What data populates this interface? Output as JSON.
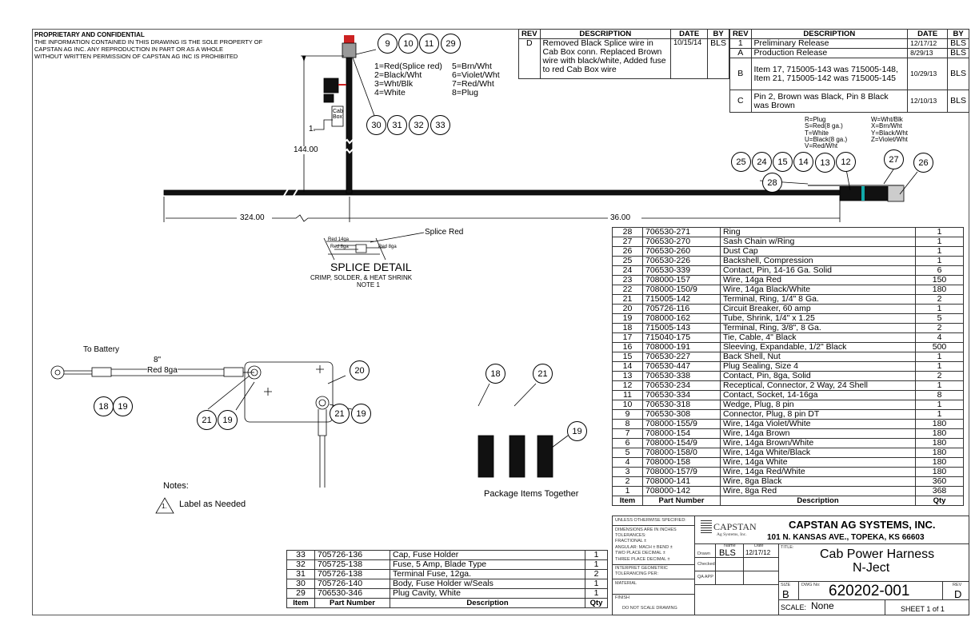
{
  "notice": {
    "title": "PROPRIETARY AND CONFIDENTIAL",
    "lines": [
      "THE INFORMATION CONTAINED IN THIS DRAWING IS THE SOLE PROPERTY OF",
      "CAPSTAN AG INC. ANY REPRODUCTION IN PART OR AS A WHOLE",
      "WITHOUT WRITTEN PERMISSION OF CAPSTAN AG INC IS PROHIBITED"
    ]
  },
  "rev_headers": {
    "rev": "REV",
    "description": "DESCRIPTION",
    "date": "DATE",
    "by": "BY"
  },
  "rev_d": {
    "rev": "D",
    "description": "Removed Black Splice wire in Cab Box conn. Replaced Brown wire with black/white, Added fuse to red Cab Box wire",
    "date": "10/15/14",
    "by": "BLS"
  },
  "revisions": [
    {
      "rev": "1",
      "description": "Preliminary Release",
      "date": "12/17/12",
      "by": "BLS"
    },
    {
      "rev": "A",
      "description": "Production Release",
      "date": "8/29/13",
      "by": "BLS"
    },
    {
      "rev": "B",
      "description": "Item 17, 715005-143 was 715005-148, Item 21, 715005-142 was 715005-145",
      "date": "10/29/13",
      "by": "BLS"
    },
    {
      "rev": "C",
      "description": "Pin 2, Brown was Black, Pin 8 Black was Brown",
      "date": "12/10/13",
      "by": "BLS"
    }
  ],
  "pinout_cab": [
    "1=Red(Splice red)",
    "2=Black/Wht",
    "3=Wht/Blk",
    "4=White",
    "5=Brn/Wht",
    "6=Violet/Wht",
    "7=Red/Wht",
    "8=Plug"
  ],
  "pinout_receptacle": [
    "R=Plug",
    "S=Red(8 ga.)",
    "T=White",
    "U=Black(8 ga.)",
    "V=Red/Wht",
    "W=Wht/Blk",
    "X=Brn/Wht",
    "Y=Black/Wht",
    "Z=Violet/Wht"
  ],
  "labels": {
    "cab_box": "Cab Box",
    "note_ref": "1.",
    "dim_144": "144.00",
    "dim_324": "324.00",
    "dim_36": "36.00",
    "splice_red": "Splice Red",
    "red14": "Red 14ga",
    "red8a": "Red 8ga",
    "red8b": "Red 8ga",
    "splice_title": "SPLICE DETAIL",
    "splice_sub": "CRIMP, SOLDER, & HEAT SHRINK",
    "splice_note": "NOTE 1",
    "to_battery": "To Battery",
    "len8": "8\"",
    "red8ga": "Red 8ga",
    "notes": "Notes:",
    "note1_num": "1.",
    "note1": "Label as Needed",
    "package": "Package Items Together"
  },
  "balloons": {
    "b9": "9",
    "b10": "10",
    "b11": "11",
    "b29": "29",
    "b30": "30",
    "b31": "31",
    "b32": "32",
    "b33": "33",
    "b25": "25",
    "b24": "24",
    "b15": "15",
    "b14": "14",
    "b13": "13",
    "b12": "12",
    "b27": "27",
    "b26": "26",
    "b28": "28",
    "b20": "20",
    "b18a": "18",
    "b19a": "19",
    "b21a": "21",
    "b19b": "19",
    "b21b": "21",
    "b19c": "19",
    "b18b": "18",
    "b21c": "21",
    "b19d": "19"
  },
  "bom_headers": {
    "item": "Item",
    "part": "Part Number",
    "desc": "Description",
    "qty": "Qty"
  },
  "bom": [
    [
      "28",
      "706530-271",
      "Ring",
      "1"
    ],
    [
      "27",
      "706530-270",
      "Sash Chain w/Ring",
      "1"
    ],
    [
      "26",
      "706530-260",
      "Dust Cap",
      "1"
    ],
    [
      "25",
      "706530-226",
      "Backshell, Compression",
      "1"
    ],
    [
      "24",
      "706530-339",
      "Contact, Pin, 14-16 Ga. Solid",
      "6"
    ],
    [
      "23",
      "708000-157",
      "Wire, 14ga Red",
      "150"
    ],
    [
      "22",
      "708000-150/9",
      "Wire, 14ga Black/White",
      "180"
    ],
    [
      "21",
      "715005-142",
      "Terminal, Ring, 1/4\" 8 Ga.",
      "2"
    ],
    [
      "20",
      "705726-116",
      "Circuit Breaker, 60 amp",
      "1"
    ],
    [
      "19",
      "708000-162",
      "Tube, Shrink, 1/4\" x 1.25",
      "5"
    ],
    [
      "18",
      "715005-143",
      "Terminal, Ring, 3/8\", 8 Ga.",
      "2"
    ],
    [
      "17",
      "715040-175",
      "Tie, Cable, 4\" Black",
      "4"
    ],
    [
      "16",
      "708000-191",
      "Sleeving, Expandable, 1/2\" Black",
      "500"
    ],
    [
      "15",
      "706530-227",
      "Back Shell, Nut",
      "1"
    ],
    [
      "14",
      "706530-447",
      "Plug Sealing, Size 4",
      "1"
    ],
    [
      "13",
      "706530-338",
      "Contact, Pin, 8ga, Solid",
      "2"
    ],
    [
      "12",
      "706530-234",
      "Receptical, Connector, 2 Way, 24 Shell",
      "1"
    ],
    [
      "11",
      "706530-334",
      "Contact, Socket, 14-16ga",
      "8"
    ],
    [
      "10",
      "706530-318",
      "Wedge, Plug, 8 pin",
      "1"
    ],
    [
      "9",
      "706530-308",
      "Connector, Plug, 8 pin DT",
      "1"
    ],
    [
      "8",
      "708000-155/9",
      "Wire, 14ga Violet/White",
      "180"
    ],
    [
      "7",
      "708000-154",
      "Wire, 14ga  Brown",
      "180"
    ],
    [
      "6",
      "708000-154/9",
      "Wire, 14ga Brown/White",
      "180"
    ],
    [
      "5",
      "708000-158/0",
      "Wire, 14ga White/Black",
      "180"
    ],
    [
      "4",
      "708000-158",
      "Wire, 14ga White",
      "180"
    ],
    [
      "3",
      "708000-157/9",
      "Wire, 14ga Red/White",
      "180"
    ],
    [
      "2",
      "708000-141",
      "Wire, 8ga Black",
      "360"
    ],
    [
      "1",
      "708000-142",
      "Wire, 8ga Red",
      "368"
    ]
  ],
  "bom2": [
    [
      "33",
      "705726-136",
      "Cap, Fuse Holder",
      "1"
    ],
    [
      "32",
      "705725-138",
      "Fuse, 5 Amp, Blade Type",
      "1"
    ],
    [
      "31",
      "705726-138",
      "Terminal Fuse, 12ga.",
      "2"
    ],
    [
      "30",
      "705726-140",
      "Body, Fuse Holder w/Seals",
      "1"
    ],
    [
      "29",
      "706530-346",
      "Plug Cavity, White",
      "1"
    ]
  ],
  "title_block": {
    "tol": [
      "UNLESS OTHERWISE SPECIFIED:",
      "DIMENSIONS ARE IN INCHES",
      "TOLERANCES:",
      "FRACTIONAL ±",
      "ANGULAR: MACH ±   BEND ±",
      "TWO PLACE DECIMAL  ±",
      "THREE PLACE DECIMAL  ±",
      "INTERPRET GEOMETRIC",
      "TOLERANCING PER:",
      "MATERIAL",
      "FINISH",
      "DO NOT SCALE DRAWING"
    ],
    "logo": "CAPSTAN",
    "logo_sub": "Ag Systems, Inc.",
    "company": "CAPSTAN AG SYSTEMS, INC.",
    "address": "101 N. KANSAS AVE., TOPEKA, KS 66603",
    "name_h": "Name",
    "date_h": "Date",
    "drawn": "Drawn",
    "checked": "Checked",
    "qa": "QA APP",
    "drawn_by": "BLS",
    "drawn_date": "12/17/12",
    "title_label": "TITLE:",
    "title1": "Cab Power Harness",
    "title2": "N-Ject",
    "size_label": "SIZE",
    "size": "B",
    "dwg_label": "DWG No:",
    "dwg_no": "620202-001",
    "rev_label": "REV",
    "rev": "D",
    "scale_label": "SCALE:",
    "scale": "None",
    "sheet": "SHEET 1 of 1"
  }
}
